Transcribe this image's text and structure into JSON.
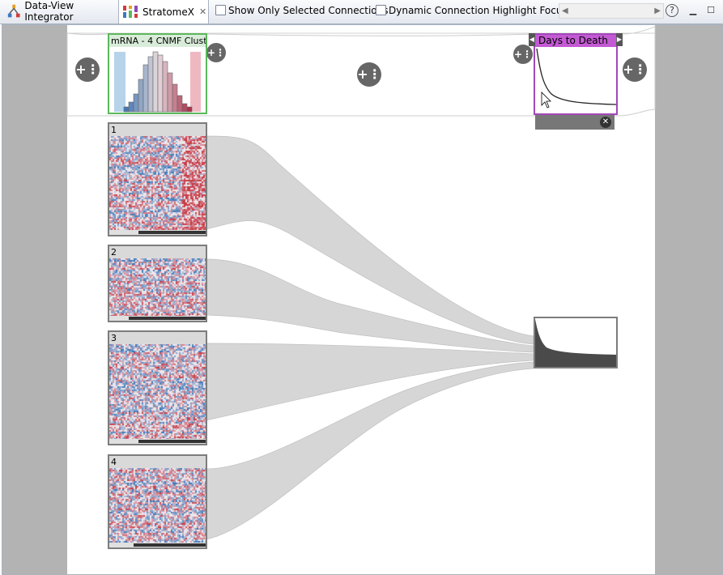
{
  "tabs": [
    {
      "label": "Data-View Integrator",
      "icon": "data-view-integrator-icon"
    },
    {
      "label": "StratomeX",
      "icon": "stratomex-icon",
      "active": true
    }
  ],
  "toolbar": {
    "show_selected_label": "Show Only Selected Connections",
    "dynamic_highlight_label": "Dynamic Connection Highlight Focus",
    "show_selected_checked": false,
    "dynamic_highlight_checked": false
  },
  "columns": {
    "mrna_header": "mRNA - 4 CNMF Clust",
    "days_header": "Days to Death"
  },
  "groups": [
    {
      "label": "1",
      "sample_fraction": 0.7
    },
    {
      "label": "2",
      "sample_fraction": 0.8
    },
    {
      "label": "3",
      "sample_fraction": 0.7
    },
    {
      "label": "4",
      "sample_fraction": 0.75
    }
  ],
  "colors": {
    "mrna_border": "#5cb85c",
    "days_border": "#a347ba",
    "days_header": "#c35ad3",
    "heat_red": "#cc3344",
    "heat_blue": "#3a7cb8",
    "ribbon": "#d6d6d6"
  }
}
